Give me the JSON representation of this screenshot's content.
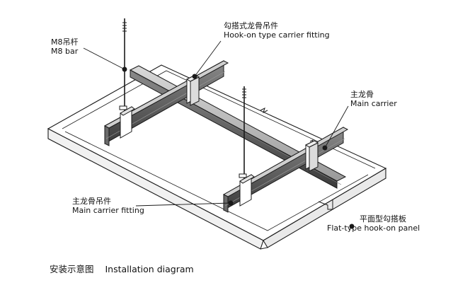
{
  "labels": {
    "m8_bar": {
      "zh": "M8吊杆",
      "en": "M8 bar"
    },
    "hook_on_fitting": {
      "zh": "勾搭式龙骨吊件",
      "en": "Hook-on type carrier fitting"
    },
    "main_carrier": {
      "zh": "主龙骨",
      "en": "Main carrier"
    },
    "main_carrier_fitting": {
      "zh": "主龙骨吊件",
      "en": "Main carrier fitting"
    },
    "flat_panel": {
      "zh": "平面型勾搭板",
      "en": "Flat-type hook-on panel"
    }
  },
  "caption": {
    "zh": "安装示意图",
    "en": "Installation diagram"
  },
  "colors": {
    "line": "#1a1a1a",
    "carrier_dark": "#4a4a4a",
    "carrier_light": "#bdbdbd",
    "panel": "#ffffff"
  }
}
